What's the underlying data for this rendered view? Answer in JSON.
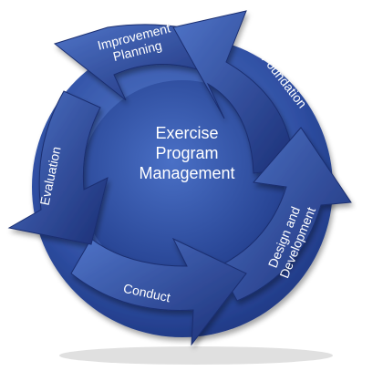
{
  "center": {
    "lines": [
      "Exercise",
      "Program",
      "Management"
    ]
  },
  "stages": [
    {
      "id": "improvement-planning",
      "lines": [
        "Improvement",
        "Planning"
      ]
    },
    {
      "id": "foundation",
      "lines": [
        "Foundation"
      ]
    },
    {
      "id": "design-and-development",
      "lines": [
        "Design and",
        "Development"
      ]
    },
    {
      "id": "conduct",
      "lines": [
        "Conduct"
      ]
    },
    {
      "id": "evaluation",
      "lines": [
        "Evaluation"
      ]
    }
  ],
  "colors": {
    "disc_light": "#4f73c4",
    "disc_dark": "#1d357f",
    "arrow_light": "#3f64bd",
    "arrow_dark": "#1b2f76",
    "text": "#ffffff",
    "background": "#ffffff"
  }
}
